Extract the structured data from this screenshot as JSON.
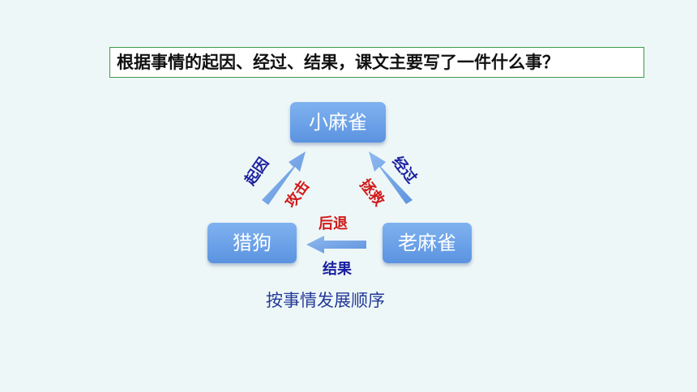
{
  "question": "根据事情的起因、经过、结果，课文主要写了一件什么事？",
  "nodes": {
    "top": "小麻雀",
    "left": "猎狗",
    "right": "老麻雀"
  },
  "edges": {
    "left_to_top": {
      "outer": "起因",
      "inner": "攻击"
    },
    "right_to_top": {
      "outer": "经过",
      "inner": "拯救"
    },
    "right_to_left": {
      "above": "后退",
      "below": "结果"
    }
  },
  "caption": "按事情发展顺序",
  "colors": {
    "background": "#eef7f7",
    "node": "#6ea4ea",
    "arrow": "#6a9be2",
    "blue_text": "#1a1fa0",
    "red_text": "#d11a1a",
    "question_border": "#3a9a4a"
  }
}
